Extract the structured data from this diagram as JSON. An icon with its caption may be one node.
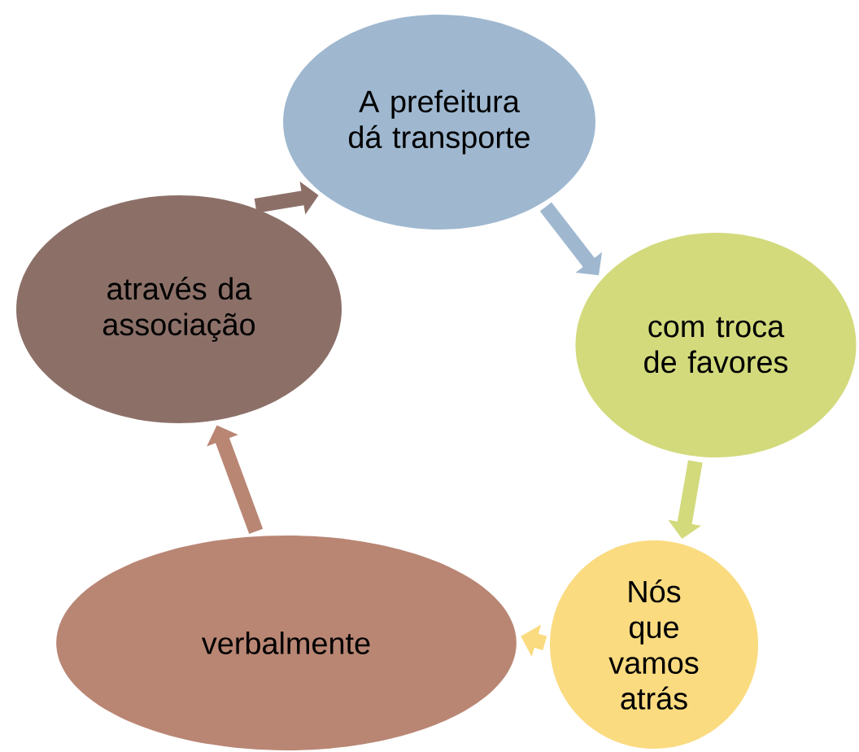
{
  "diagram": {
    "nodes": [
      {
        "text": [
          "A prefeitura dá transporte"
        ]
      },
      {
        "text": [
          "com troca de favores"
        ]
      },
      {
        "text": [
          "Nós que vamos atrás"
        ]
      },
      {
        "text": [
          "verbalmente"
        ]
      },
      {
        "text": [
          "através da associação"
        ]
      }
    ],
    "edges": [
      {
        "from": 0,
        "to": 1,
        "arrow": "to",
        "color": "#9fb8d0"
      },
      {
        "from": 1,
        "to": 2,
        "arrow": "to",
        "color": "#d3da7c"
      },
      {
        "from": 2,
        "to": 3,
        "arrow": "to",
        "color": "#fadb80"
      },
      {
        "from": 3,
        "to": 4,
        "arrow": "to",
        "color": "#b98674"
      },
      {
        "from": 4,
        "to": 0,
        "arrow": "to",
        "color": "#8c7068"
      }
    ]
  }
}
